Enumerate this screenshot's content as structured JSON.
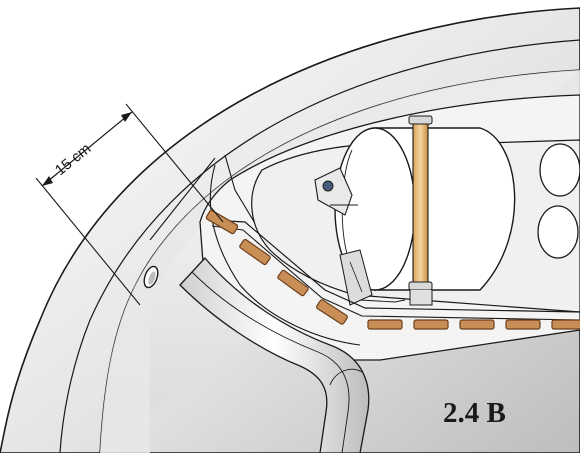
{
  "diagram": {
    "figure_label": "2.4 B",
    "dimension_label": "15 cm",
    "colors": {
      "background": "#ffffff",
      "outline": "#1a1a1a",
      "panel": "#f2f2f2",
      "slat_wood": "#c98e55",
      "slat_dark": "#6b3f1c",
      "post_wood": "#e6bb7a"
    },
    "components": {
      "outer_shell": "outer-shell",
      "seat_ledge": "seat-ledge",
      "floor_panel": "floor-panel",
      "bench_slats": "bench-slats",
      "tank": "cylindrical-tank",
      "support_post": "support-post",
      "hinge_bracket": "hinge-bracket",
      "drain_hole": "drain-hole"
    }
  }
}
